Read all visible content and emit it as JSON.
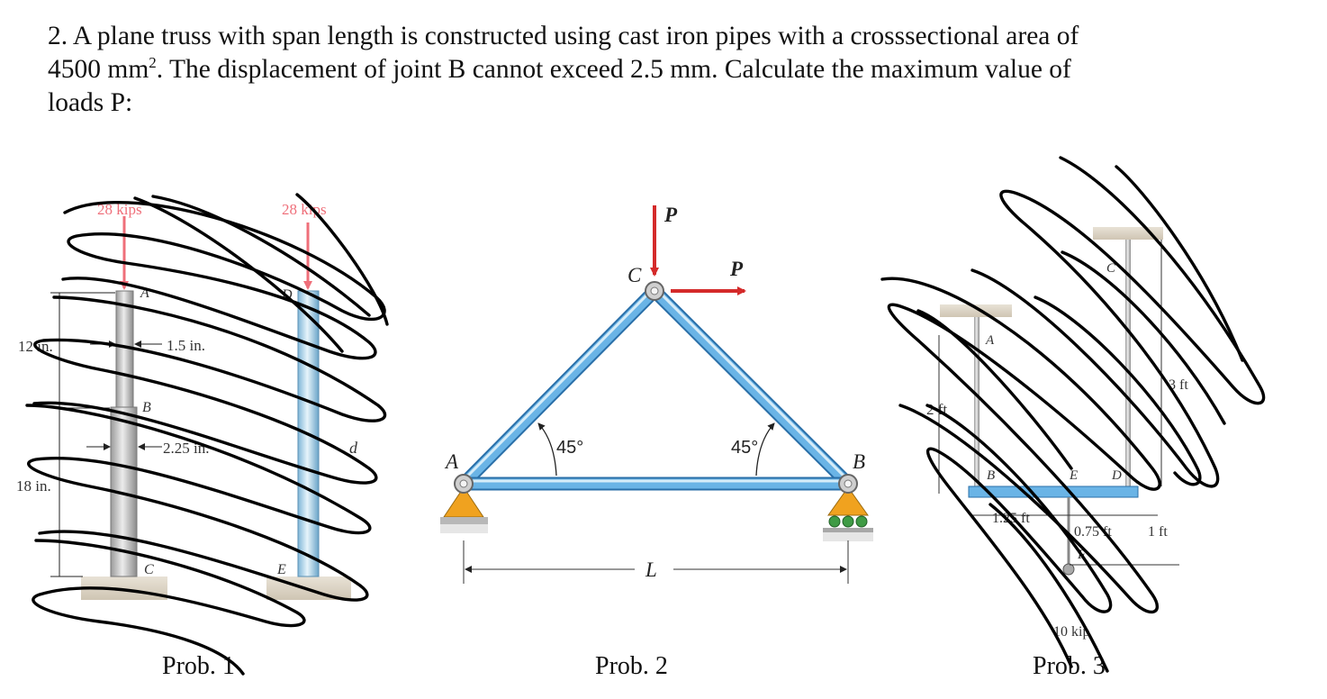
{
  "problem": {
    "line1": "2. A plane truss with span length is constructed using cast iron pipes with a crosssectional area of",
    "line2_pre": "4500 mm",
    "line2_sup": "2",
    "line2_post": ". The displacement of joint B cannot exceed 2.5 mm. Calculate the maximum value of",
    "line3": "loads P:"
  },
  "prob1": {
    "caption": "Prob. 1",
    "load_left": "28 kips",
    "load_right": "28 kips",
    "dim_top": "12 in.",
    "dim_bottom": "18 in.",
    "dia_top": "1.5 in.",
    "dia_bottom": "2.25 in.",
    "dia_right": "d",
    "label_a": "A",
    "label_b": "B",
    "label_c": "C",
    "label_d": "D",
    "label_e": "E"
  },
  "prob2": {
    "caption": "Prob. 2",
    "load_vertical": "P",
    "load_horizontal": "P",
    "joint_a": "A",
    "joint_b": "B",
    "joint_c": "C",
    "angle_left": "45°",
    "angle_right": "45°",
    "span": "L"
  },
  "prob3": {
    "caption": "Prob. 3",
    "dim_left": "2 ft",
    "dim_right": "3 ft",
    "dim_b1": "1.25 ft",
    "dim_b2": "0.75 ft",
    "dim_b3": "1 ft",
    "load": "10 kip",
    "label_a": "A",
    "label_b": "B",
    "label_c": "C",
    "label_d": "D",
    "label_e": "E",
    "label_f": "F"
  },
  "colors": {
    "pipe": "#6ab4e6",
    "pipe_edge": "#2a6fa8",
    "load_arrow": "#d42a2a",
    "support": "#f0a21f",
    "roller": "#3f9b45",
    "ground": "#d7cbb8",
    "scribble": "#000000"
  }
}
